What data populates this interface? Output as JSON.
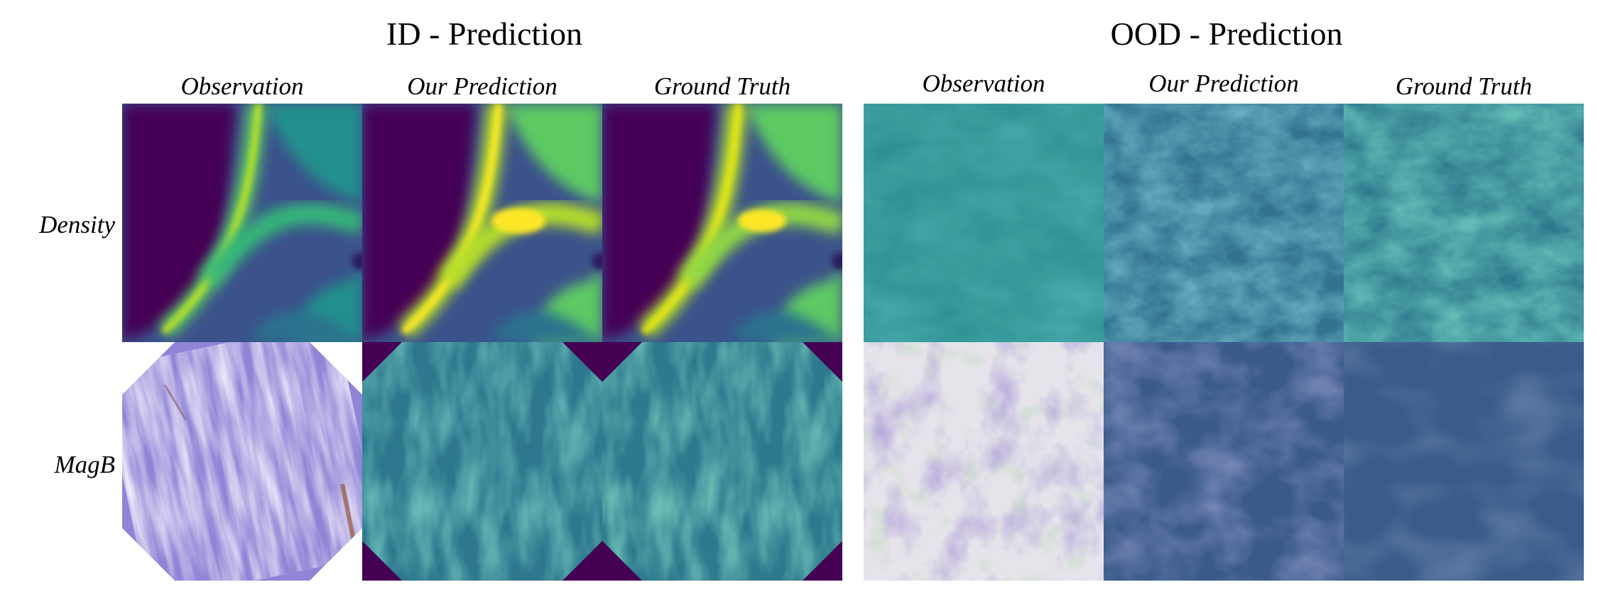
{
  "groups": {
    "id": {
      "title": "ID - Prediction",
      "columns": [
        "Observation",
        "Our Prediction",
        "Ground Truth"
      ]
    },
    "ood": {
      "title": "OOD - Prediction",
      "columns": [
        "Observation",
        "Our Prediction",
        "Ground Truth"
      ]
    }
  },
  "rows": [
    "Density",
    "MagB"
  ],
  "colormap": {
    "name": "viridis",
    "low": "#440154",
    "mid_low": "#3b528b",
    "mid": "#21908d",
    "mid_high": "#5dc963",
    "high": "#fde725"
  }
}
